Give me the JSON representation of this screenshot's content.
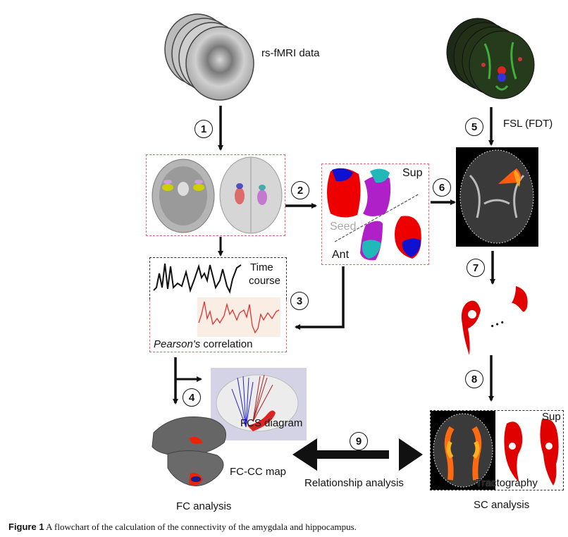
{
  "labels": {
    "rs_fmri": "rs-fMRI data",
    "fsl": "FSL (FDT)",
    "sup_top": "Sup",
    "seed": "Seed",
    "ant": "Ant",
    "time_course_1": "Time",
    "time_course_2": "course",
    "pearson_italic": "Pearson's",
    "pearson_rest": " correlation",
    "fcs_diagram": "FCS diagram",
    "fc_cc_map": "FC-CC map",
    "fc_analysis": "FC analysis",
    "relationship": "Relationship analysis",
    "sup_bottom": "Sup",
    "tractography": "Tractography",
    "sc_analysis": "SC analysis",
    "ellipsis": "• • •"
  },
  "steps": [
    "1",
    "2",
    "3",
    "4",
    "5",
    "6",
    "7",
    "8",
    "9"
  ],
  "caption": {
    "prefix": "Figure 1",
    "text": " A flowchart of the calculation of the connectivity of the amygdala and hippocampus."
  },
  "colors": {
    "red_box": "#e5646a",
    "black_box": "#333333",
    "seed_red": "#ee0000",
    "seed_blue": "#1010d0",
    "seed_purple": "#b020c8",
    "seed_cyan": "#20b8b8"
  }
}
